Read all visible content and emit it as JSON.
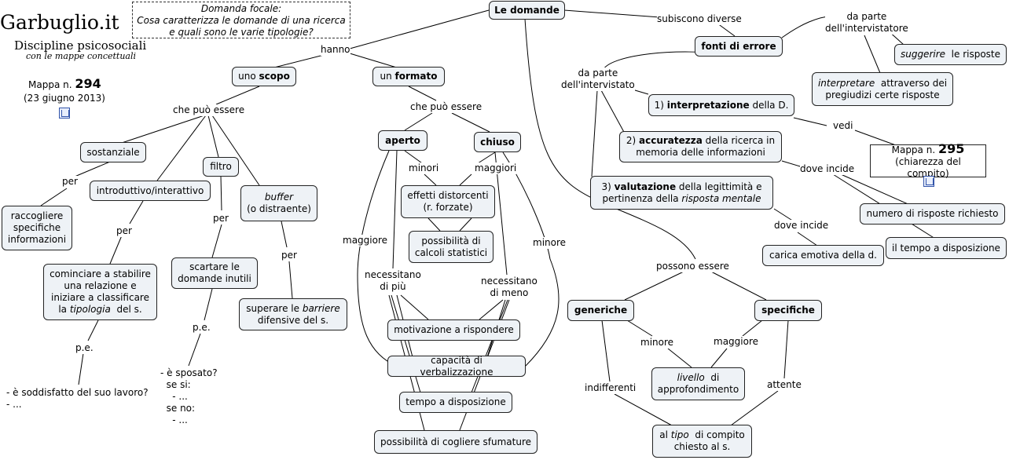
{
  "brand": {
    "title": "Garbuglio.it",
    "subtitle": "Discipline psicosociali",
    "tagline": "con le mappe concettuali",
    "map_label": "Mappa n.",
    "map_number": "294",
    "date": "(23 giugno 2013)"
  },
  "focal": {
    "label": "Domanda focale:",
    "line1": "Cosa caratterizza le domande di una ricerca",
    "line2": "e quali sono le varie tipologie?"
  },
  "nodes": {
    "le_domande": "Le domande",
    "scopo_pre": "uno ",
    "scopo_b": "scopo",
    "formato_pre": "un ",
    "formato_b": "formato",
    "sostanziale": "sostanziale",
    "introduttivo": "introduttivo/interattivo",
    "filtro": "filtro",
    "buffer_i": "buffer",
    "buffer_rest": "(o distraente)",
    "raccogliere": "raccogliere specifiche informazioni",
    "cominciare_1": "cominciare a stabilire una relazione e iniziare a classificare la ",
    "cominciare_i": "tipologia",
    "cominciare_2": "  del s.",
    "scartare": "scartare le domande inutili",
    "superare_1": "superare le ",
    "superare_i": "barriere",
    "superare_2": " difensive del s.",
    "aperto": "aperto",
    "chiuso": "chiuso",
    "effetti": "effetti distorcenti (r. forzate)",
    "possibilita_calcoli": "possibilità di calcoli statistici",
    "motivazione": "motivazione a rispondere",
    "capacita": "capacità di verbalizzazione",
    "tempo": "tempo a disposizione",
    "sfumature": "possibilità di cogliere sfumature",
    "fonti": "fonti di errore",
    "suggerire_i": "suggerire",
    "suggerire_rest": "  le risposte",
    "interpretare_i": "interpretare",
    "interpretare_rest": "  attraverso dei pregiudizi certe risposte",
    "interp_1": "1) ",
    "interp_b": "interpretazione",
    "interp_2": " della D.",
    "accur_1": "2) ",
    "accur_b": "accuratezza",
    "accur_2": " della ricerca in memoria delle informazioni",
    "valut_1": "3) ",
    "valut_b": "valutazione",
    "valut_2": " della legittimità e pertinenza della ",
    "valut_i": "risposta mentale",
    "mappa295_label": "Mappa n.",
    "mappa295_number": "295",
    "mappa295_sub": "(chiarezza del compito)",
    "numero_risposte": "numero di risposte richiesto",
    "tempo_disp2": "il tempo a disposizione",
    "carica": "carica emotiva della d.",
    "generiche": "generiche",
    "specifiche": "specifiche",
    "livello_i": "livello",
    "livello_rest": "  di approfondimento",
    "altipo_1": "al ",
    "altipo_i": "tipo",
    "altipo_2": "  di compito chiesto al s."
  },
  "labels": {
    "hanno": "hanno",
    "subiscono": "subiscono diverse",
    "che_puo_1": "che può essere",
    "che_puo_2": "che può essere",
    "per_1": "per",
    "per_2": "per",
    "per_3": "per",
    "per_4": "per",
    "pe_1": "p.e.",
    "pe_2": "p.e.",
    "minori": "minori",
    "maggiori": "maggiori",
    "maggiore": "maggiore",
    "minore": "minore",
    "necessitano_piu_1": "necessitano",
    "necessitano_piu_2": "di più",
    "necessitano_meno_1": "necessitano",
    "necessitano_meno_2": "di meno",
    "da_parte_intervistatore_1": "da parte",
    "da_parte_intervistatore_2": "dell'intervistatore",
    "da_parte_intervistato_1": "da parte",
    "da_parte_intervistato_2": "dell'intervistato",
    "vedi": "vedi",
    "dove_incide_1": "dove incide",
    "dove_incide_2": "dove incide",
    "possono_essere": "possono essere",
    "minore_2": "minore",
    "maggiore_2": "maggiore",
    "indifferenti": "indifferenti",
    "attente": "attente"
  },
  "examples": {
    "soddisfatto": "- è soddisfatto del suo lavoro?\n- ...",
    "sposato": "- è sposato?\n  se si:\n    - ...\n  se no:\n    - ..."
  },
  "icons": {
    "map_link": "concept-map-link-icon"
  }
}
